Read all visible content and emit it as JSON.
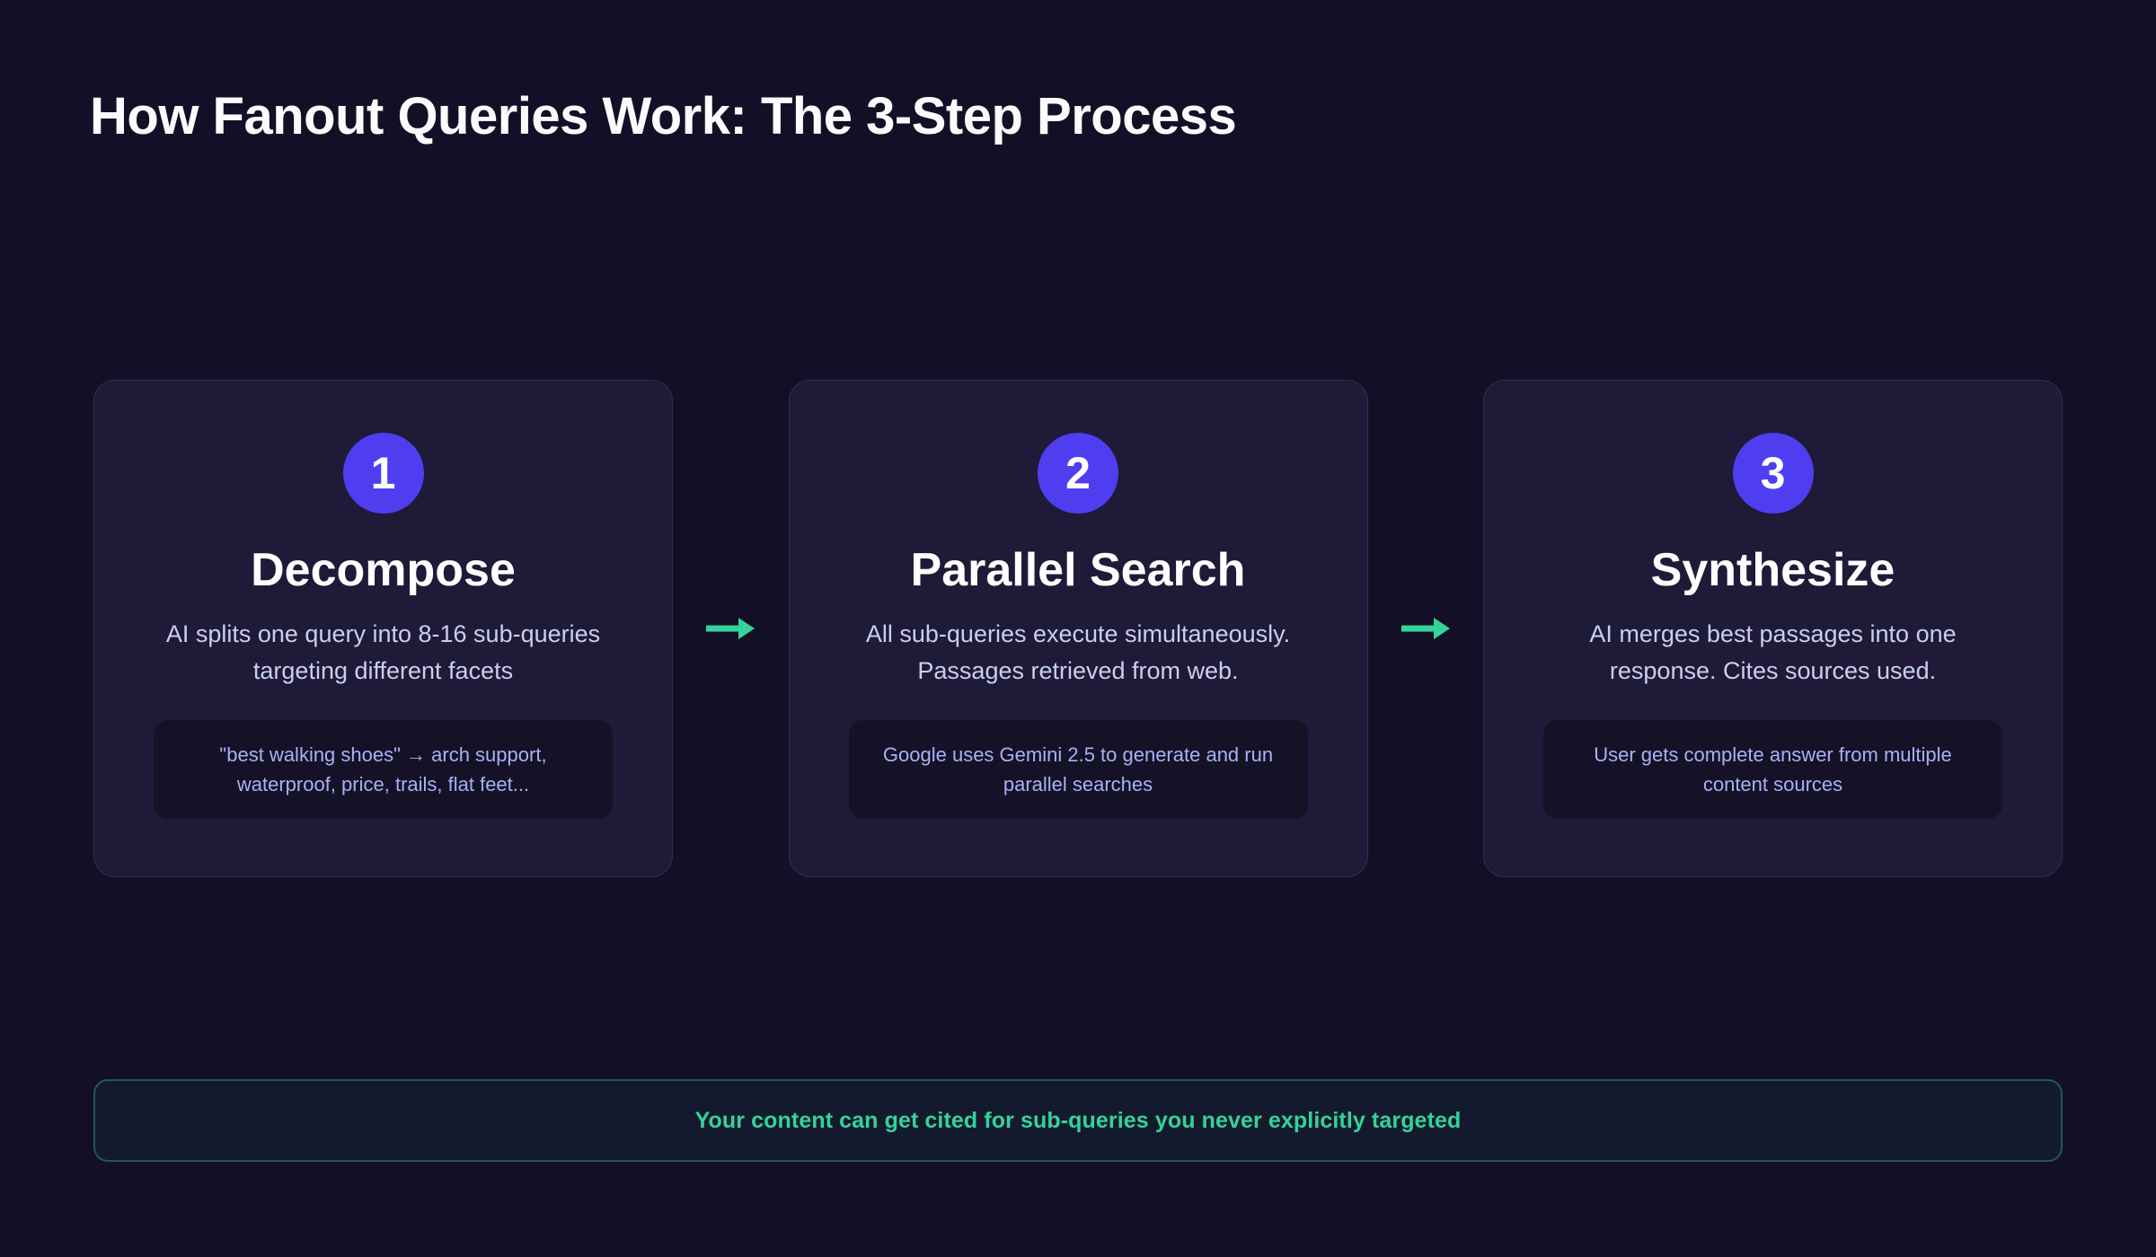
{
  "page": {
    "title": "How Fanout Queries Work: The 3-Step Process"
  },
  "colors": {
    "page_background": "#130f27",
    "card_background": "#1e1a37",
    "card_border": "#322d52",
    "badge_background": "#4f3ef0",
    "title_text": "#fbfbfd",
    "description_text": "#c8d0ef",
    "note_background": "#151127",
    "note_text": "#a6b2f6",
    "accent_green": "#34d399"
  },
  "steps": [
    {
      "number": "1",
      "title": "Decompose",
      "description": "AI splits one query into 8-16 sub-queries targeting different facets",
      "note": "\"best walking shoes\" → arch support, waterproof, price, trails, flat feet..."
    },
    {
      "number": "2",
      "title": "Parallel Search",
      "description": "All sub-queries execute simultaneously. Passages retrieved from web.",
      "note": "Google uses Gemini 2.5 to generate and run parallel searches"
    },
    {
      "number": "3",
      "title": "Synthesize",
      "description": "AI merges best passages into one response. Cites sources used.",
      "note": "User gets complete answer from multiple content sources"
    }
  ],
  "footer": {
    "message": "Your content can get cited for sub-queries you never explicitly targeted"
  }
}
